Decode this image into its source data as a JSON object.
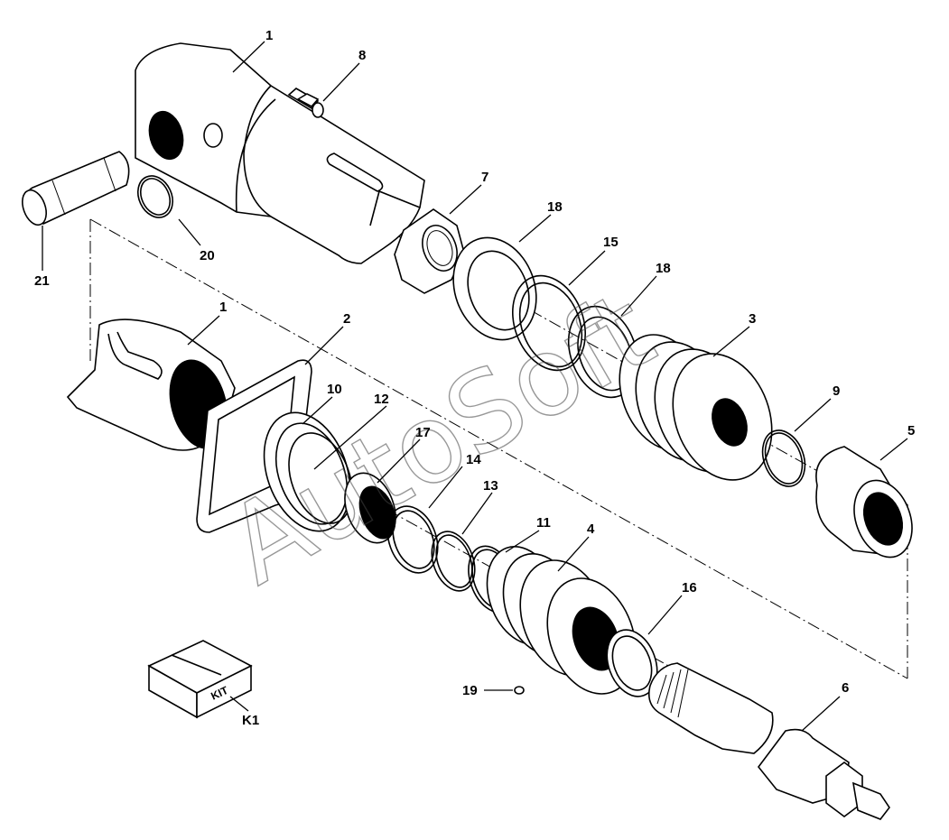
{
  "watermark": "AutoSoft",
  "kit_label": "KIT",
  "callouts": {
    "c1a": "1",
    "c1b": "1",
    "c2": "2",
    "c3": "3",
    "c4": "4",
    "c5": "5",
    "c6": "6",
    "c7": "7",
    "c8": "8",
    "c9": "9",
    "c10": "10",
    "c11": "11",
    "c12": "12",
    "c13": "13",
    "c14": "14",
    "c15": "15",
    "c16": "16",
    "c17": "17",
    "c18a": "18",
    "c18b": "18",
    "c19": "19",
    "c20": "20",
    "c21": "21",
    "k1": "K1"
  }
}
